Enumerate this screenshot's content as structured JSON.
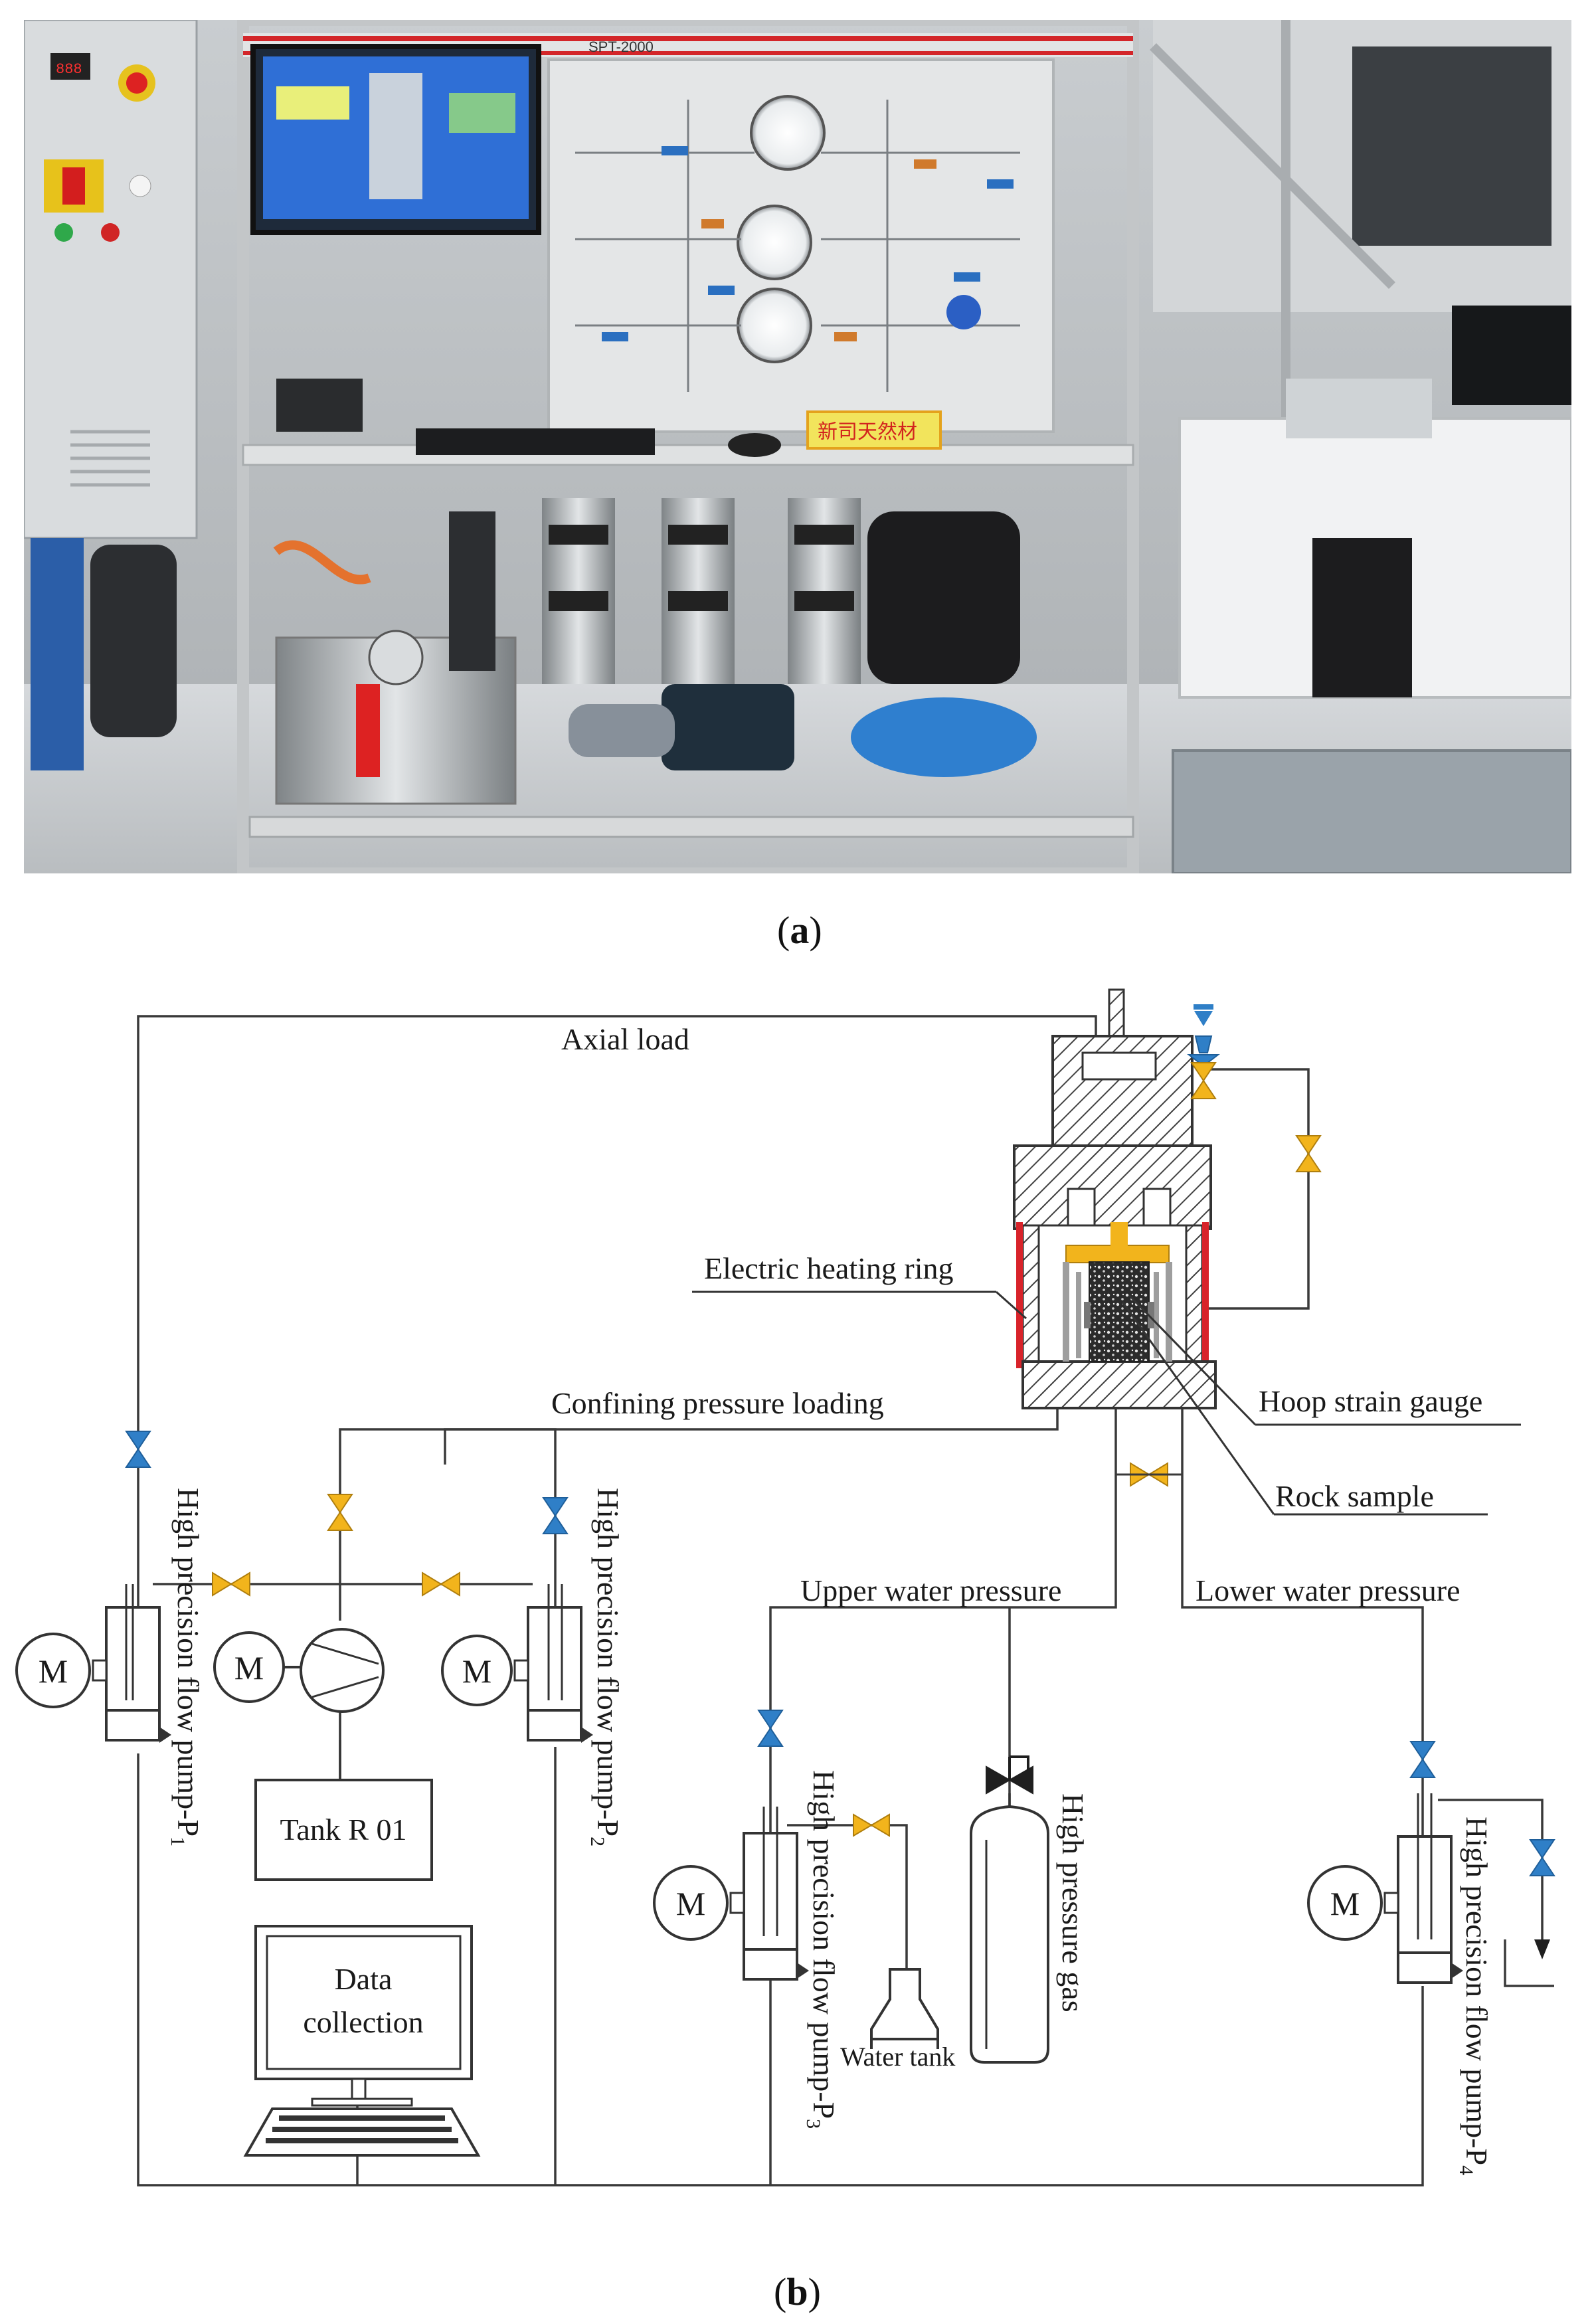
{
  "figure": {
    "caption_a": "a",
    "caption_b": "b"
  },
  "diagram": {
    "axial_load": "Axial load",
    "electric_heating_ring": "Electric heating ring",
    "confining_pressure_loading": "Confining pressure loading",
    "hoop_strain_gauge": "Hoop strain gauge",
    "rock_sample": "Rock sample",
    "upper_water_pressure": "Upper water pressure",
    "lower_water_pressure": "Lower water pressure",
    "motor_symbol": "M",
    "tank_r01": "Tank R 01",
    "data_collection_line1": "Data",
    "data_collection_line2": "collection",
    "pump_label_prefix": "High precision flow pump-P",
    "pump_p1_sub": "1",
    "pump_p2_sub": "2",
    "pump_p3_sub": "3",
    "pump_p4_sub": "4",
    "water_tank": "Water tank",
    "high_pressure_gas": "High pressure gas"
  },
  "photo": {
    "panel_tag": "SPT-2000",
    "desk_sign": "新司天然材"
  },
  "colors": {
    "valve_blue": "#2f7fc7",
    "valve_yellow": "#f2b41c",
    "heating_red": "#d8232a",
    "motor_blue": "#2e72b8",
    "line": "#3a3a3a"
  }
}
